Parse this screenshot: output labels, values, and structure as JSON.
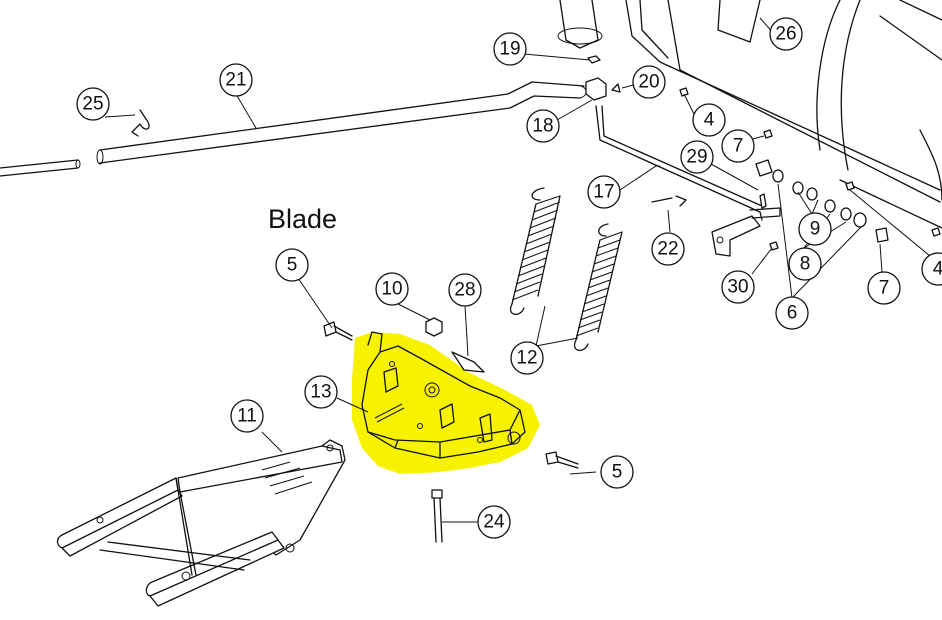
{
  "diagram": {
    "section_label": "Blade",
    "highlight_color": "#f7f200",
    "callouts": [
      "25",
      "21",
      "19",
      "20",
      "18",
      "26",
      "4",
      "7",
      "29",
      "17",
      "22",
      "9",
      "8",
      "6",
      "30",
      "5",
      "10",
      "28",
      "12",
      "13",
      "11",
      "24"
    ]
  }
}
